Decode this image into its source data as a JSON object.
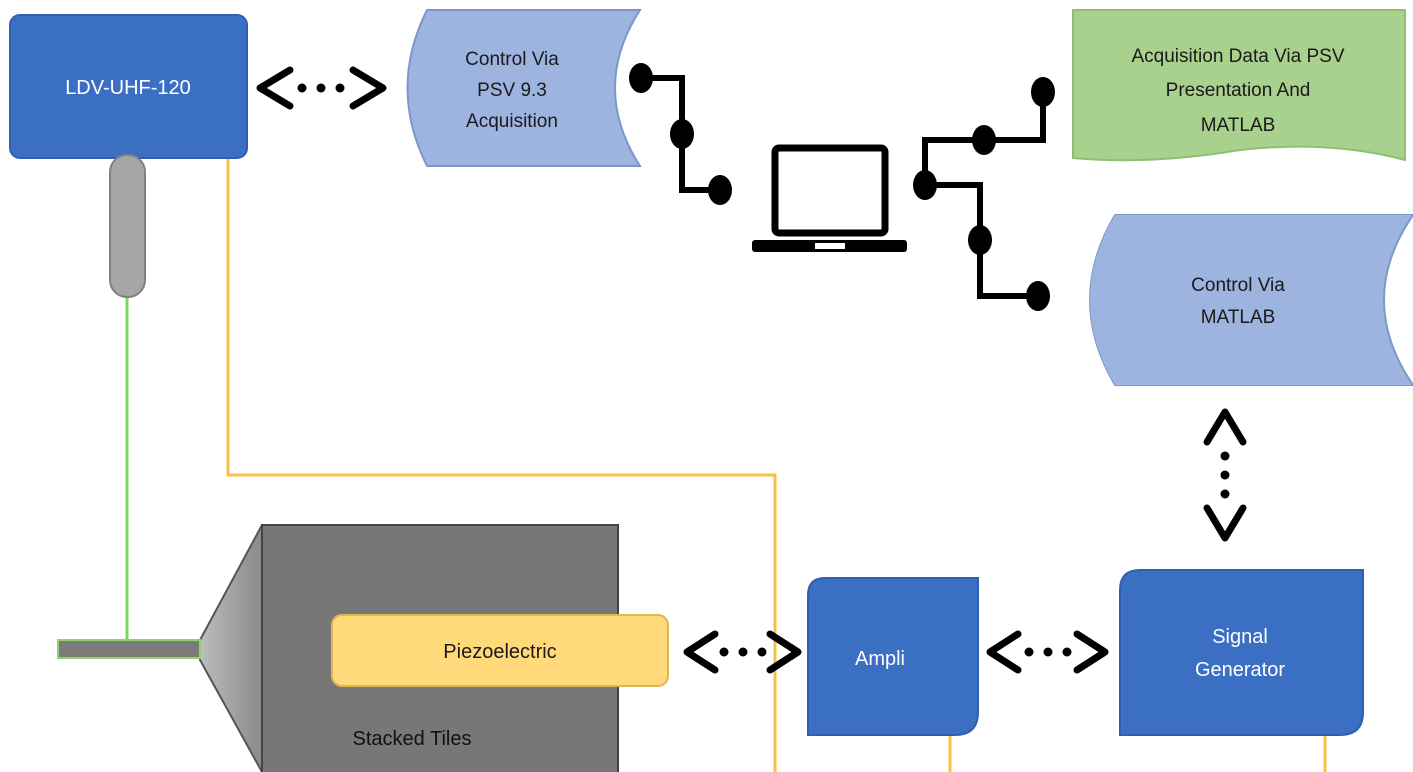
{
  "nodes": {
    "ldv": {
      "label": "LDV-UHF-120"
    },
    "control_psv": {
      "lines": [
        "Control Via",
        "PSV 9.3",
        "Acquisition"
      ]
    },
    "acquisition_data": {
      "lines": [
        "Acquisition Data Via PSV",
        "Presentation And",
        "MATLAB"
      ]
    },
    "control_matlab": {
      "lines": [
        "Control Via",
        "MATLAB"
      ]
    },
    "piezo": {
      "label": "Piezoelectric"
    },
    "stacked_tiles": {
      "label": "Stacked Tiles"
    },
    "ampli": {
      "label": "Ampli"
    },
    "signal_generator": {
      "lines": [
        "Signal",
        "Generator"
      ]
    },
    "laptop": {
      "icon": "laptop-icon"
    }
  },
  "colors": {
    "dark_blue": "#3a6fc4",
    "light_blue": "#9db3e0",
    "green": "#a9d18e",
    "yellow": "#ffd97a",
    "gray": "#7b7b7b",
    "wire_yellow": "#f5c242",
    "beam_green": "#7ed957"
  }
}
